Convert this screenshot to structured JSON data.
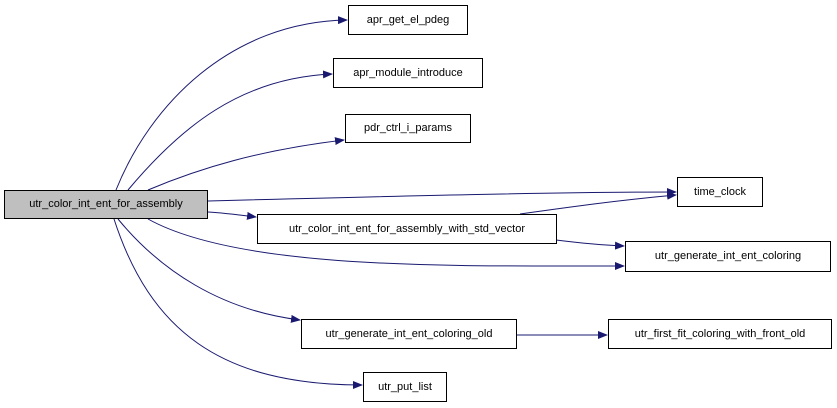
{
  "diagram": {
    "edge_color": "#191970",
    "root_fill": "#bfbfbf",
    "nodes": [
      {
        "id": "root",
        "label": "utr_color_int_ent_for_assembly"
      },
      {
        "id": "apr_get",
        "label": "apr_get_el_pdeg"
      },
      {
        "id": "apr_mod",
        "label": "apr_module_introduce"
      },
      {
        "id": "pdr",
        "label": "pdr_ctrl_i_params"
      },
      {
        "id": "time",
        "label": "time_clock"
      },
      {
        "id": "std_vec",
        "label": "utr_color_int_ent_for_assembly_with_std_vector"
      },
      {
        "id": "gen",
        "label": "utr_generate_int_ent_coloring"
      },
      {
        "id": "gen_old",
        "label": "utr_generate_int_ent_coloring_old"
      },
      {
        "id": "first_fit",
        "label": "utr_first_fit_coloring_with_front_old"
      },
      {
        "id": "put_list",
        "label": "utr_put_list"
      }
    ],
    "edges": [
      {
        "from": "root",
        "to": "apr_get"
      },
      {
        "from": "root",
        "to": "apr_mod"
      },
      {
        "from": "root",
        "to": "pdr"
      },
      {
        "from": "root",
        "to": "time"
      },
      {
        "from": "root",
        "to": "std_vec"
      },
      {
        "from": "root",
        "to": "gen"
      },
      {
        "from": "root",
        "to": "gen_old"
      },
      {
        "from": "root",
        "to": "put_list"
      },
      {
        "from": "std_vec",
        "to": "time"
      },
      {
        "from": "std_vec",
        "to": "gen"
      },
      {
        "from": "gen_old",
        "to": "first_fit"
      }
    ]
  }
}
